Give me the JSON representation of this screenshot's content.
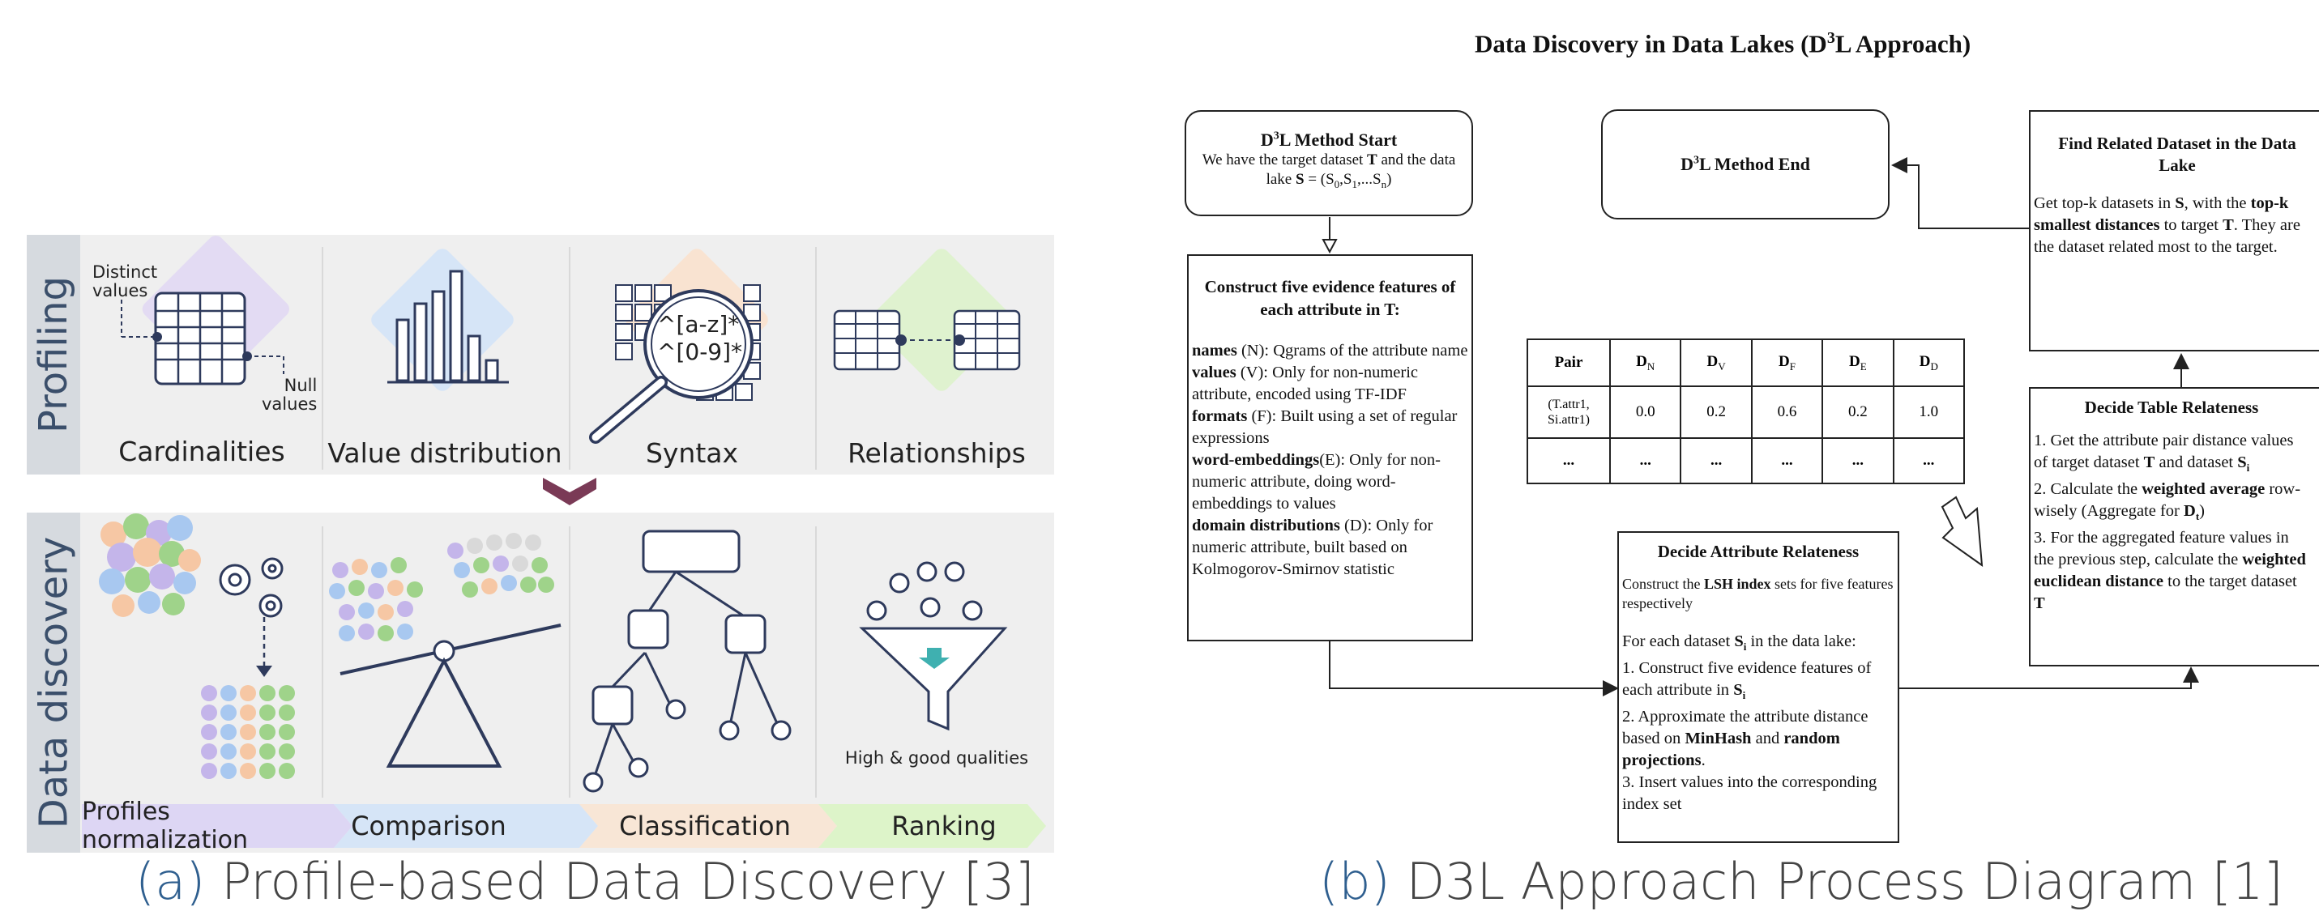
{
  "left": {
    "profiling": {
      "section_label": "Profiling",
      "columns": [
        {
          "label": "Cardinalities",
          "annotations": {
            "distinct": [
              "Distinct",
              "values"
            ],
            "null": [
              "Null",
              "values"
            ]
          }
        },
        {
          "label": "Value distribution"
        },
        {
          "label": "Syntax",
          "regex": [
            "^[a-z]*",
            "^[0-9]*"
          ]
        },
        {
          "label": "Relationships"
        }
      ]
    },
    "discovery": {
      "section_label": "Data discovery",
      "funnel_caption": "High & good qualities",
      "stages": [
        "Profiles normalization",
        "Comparison",
        "Classification",
        "Ranking"
      ]
    },
    "caption": {
      "tag": "(a)",
      "text": " Profile-based Data Discovery [3]"
    },
    "colors": {
      "panel": "#efefef",
      "section_label_text": "#3b4f6b",
      "chevron": "#7a3a56",
      "icon_stroke": "#2e3a5c"
    }
  },
  "right": {
    "title_pre": "Data Discovery in Data Lakes (D",
    "title_sup": "3",
    "title_post": "L Approach)",
    "start": {
      "t1": "D",
      "sup": "3",
      "t2": "L Method Start",
      "l1a": "We have the target dataset ",
      "l1b": "T",
      "l1c": " and the data",
      "l2a": "lake ",
      "l2b": "S",
      "l2c": " = (S",
      "s0": "0",
      "c1": ",S",
      "s1": "1",
      "c2": ",...S",
      "sn": "n",
      "l2d": ")"
    },
    "end": {
      "t1": "D",
      "sup": "3",
      "t2": "L Method End"
    },
    "construct": {
      "title": "Construct five evidence features of each attribute in T:",
      "items": [
        {
          "term": "names",
          "rest": " (N): Qgrams of the attribute name"
        },
        {
          "term": "values",
          "rest": " (V): Only for non-numeric attribute, encoded using TF-IDF"
        },
        {
          "term": "formats",
          "rest": " (F): Built using a set of regular expressions"
        },
        {
          "term": "word-embeddings",
          "rest": "(E): Only for non-numeric attribute, doing word-embeddings to values"
        },
        {
          "term": "domain distributions",
          "rest": " (D): Only for numeric attribute, built based on Kolmogorov-Smirnov statistic"
        }
      ]
    },
    "table": {
      "headers": [
        {
          "b": "Pair",
          "s": ""
        },
        {
          "b": "D",
          "s": "N"
        },
        {
          "b": "D",
          "s": "V"
        },
        {
          "b": "D",
          "s": "F"
        },
        {
          "b": "D",
          "s": "E"
        },
        {
          "b": "D",
          "s": "D"
        }
      ],
      "row1": [
        "(T.attr1, Si.attr1)",
        "0.0",
        "0.2",
        "0.6",
        "0.2",
        "1.0"
      ],
      "row2": [
        "...",
        "...",
        "...",
        "...",
        "...",
        "..."
      ]
    },
    "related": {
      "title": "Find Related Dataset in the Data Lake",
      "p1": "Get top-k datasets in ",
      "p1b": "S",
      "p1c": ", with the ",
      "p1d": "top-k",
      "p1e": "smallest distances",
      "p1f": " to target ",
      "p1g": "T",
      "p1h": ". They are the dataset related most to the target."
    },
    "table_rel": {
      "title": "Decide Table Relateness",
      "i1a": "1. Get the attribute pair distance values of target dataset ",
      "i1b": "T",
      "i1c": " and dataset ",
      "i1d": "S",
      "i1e": "i",
      "i2a": "2. Calculate the ",
      "i2b": "weighted average",
      "i2c": " row-wisely (Aggregate for ",
      "i2d": "D",
      "i2e": "t",
      "i2f": ")",
      "i3a": "3. For the aggregated feature values in the previous step, calculate the ",
      "i3b": "weighted euclidean distance",
      "i3c": " to the target dataset ",
      "i3d": "T"
    },
    "attr_rel": {
      "title": "Decide Attribute Relateness",
      "p1a": "Construct the ",
      "p1b": "LSH index",
      "p1c": " sets for five features respectively",
      "p2a": "For each dataset ",
      "p2b": "S",
      "p2c": "i",
      "p2d": " in the data lake:",
      "s1a": "1. Construct five evidence features of each attribute in ",
      "s1b": "S",
      "s1c": "i",
      "s2a": "2. Approximate the attribute distance based on ",
      "s2b": "MinHash",
      "s2c": " and ",
      "s2d": "random projections",
      "s2e": ".",
      "s3": "3. Insert values into the corresponding index set"
    },
    "caption": {
      "tag": "(b)",
      "text": " D3L Approach Process Diagram [1]"
    }
  }
}
